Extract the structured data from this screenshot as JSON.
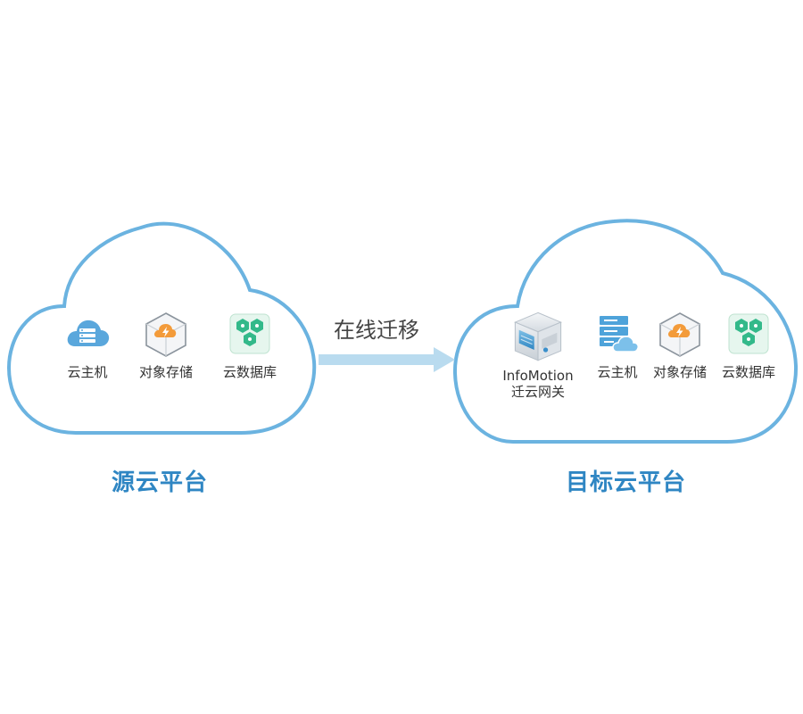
{
  "colors": {
    "cloud_stroke": "#6bb3e0",
    "cloud_fill": "#ffffff",
    "arrow": "#b9dbef",
    "title": "#2f86c3"
  },
  "migration_label": "在线迁移",
  "source": {
    "title": "源云平台",
    "items": [
      {
        "label": "云主机",
        "icon": "cloud-server-icon"
      },
      {
        "label": "对象存储",
        "icon": "object-storage-icon"
      },
      {
        "label": "云数据库",
        "icon": "cloud-database-icon"
      }
    ]
  },
  "target": {
    "title": "目标云平台",
    "gateway": {
      "line1": "InfoMotion",
      "line2": "迁云网关",
      "icon": "migration-gateway-box-icon"
    },
    "items": [
      {
        "label": "云主机",
        "icon": "server-rack-cloud-icon"
      },
      {
        "label": "对象存储",
        "icon": "object-storage-icon"
      },
      {
        "label": "云数据库",
        "icon": "cloud-database-icon"
      }
    ]
  }
}
